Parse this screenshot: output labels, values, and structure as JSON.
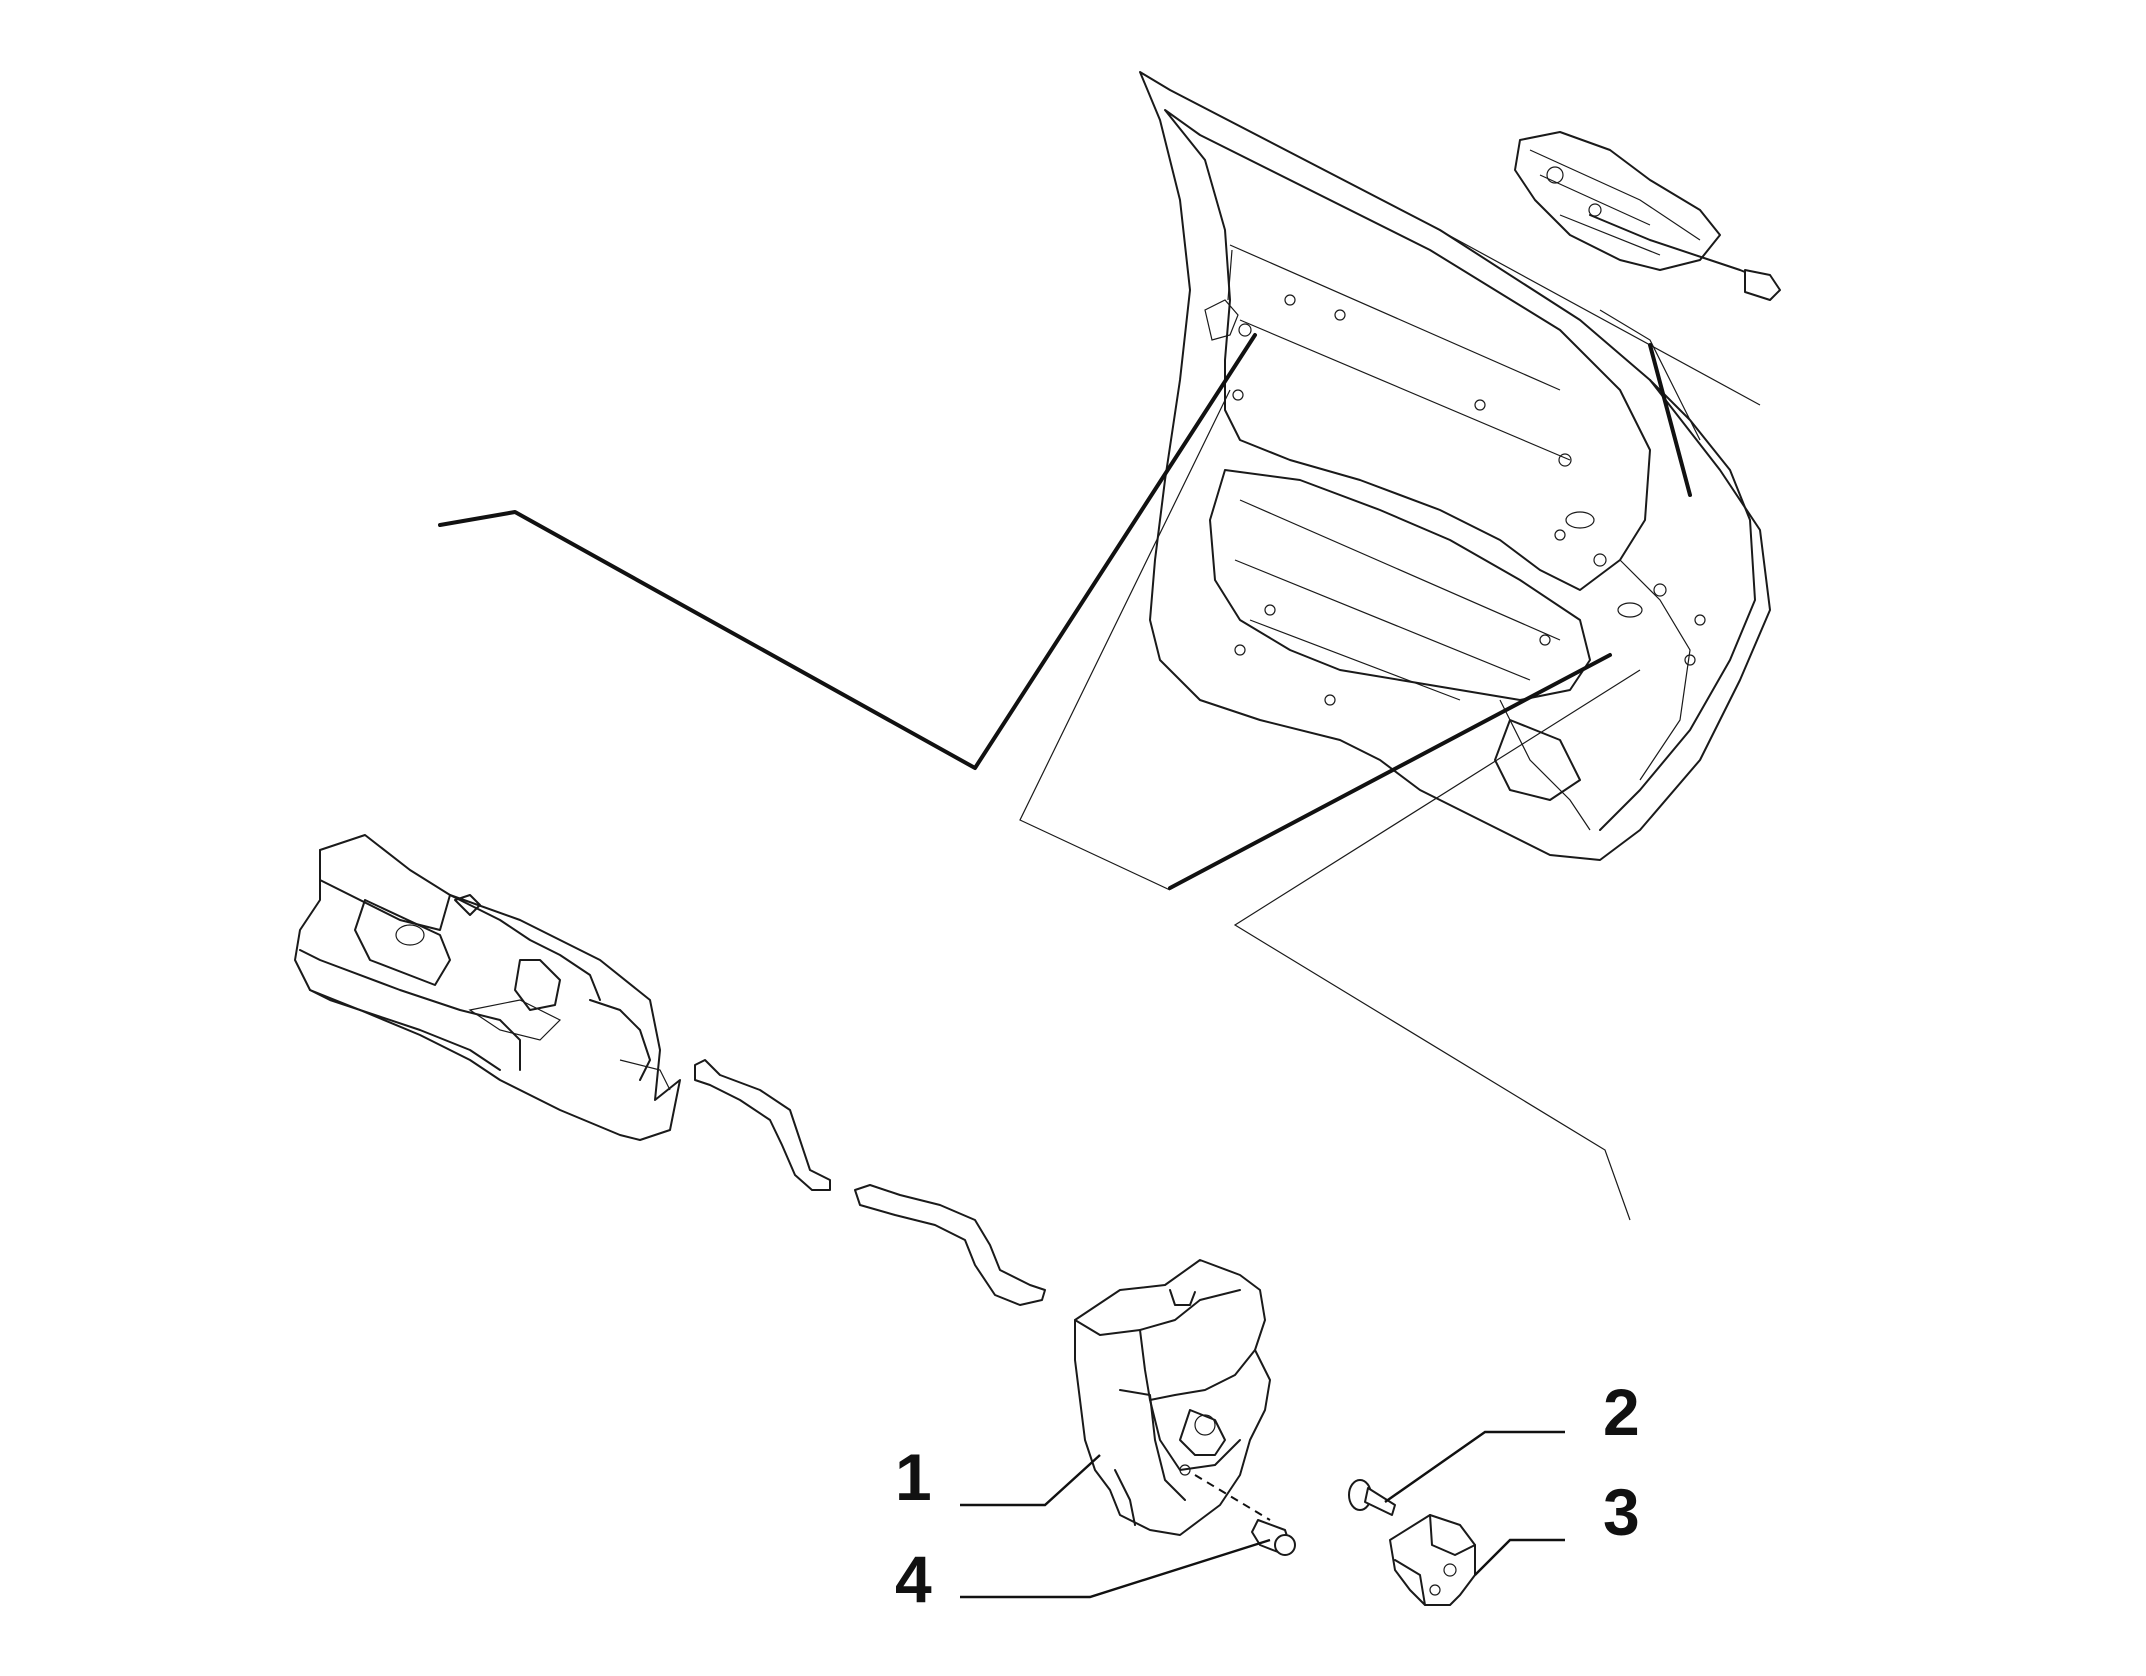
{
  "callouts": [
    {
      "id": "1",
      "label": "1"
    },
    {
      "id": "2",
      "label": "2"
    },
    {
      "id": "3",
      "label": "3"
    },
    {
      "id": "4",
      "label": "4"
    }
  ],
  "colors": {
    "stroke": "#1a1a1a",
    "background": "#ffffff"
  }
}
